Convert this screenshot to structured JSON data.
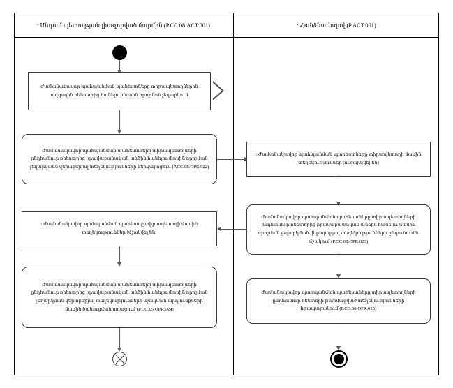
{
  "diagram": {
    "type": "uml-activity-diagram",
    "lanes": [
      {
        "id": "lane-left",
        "title": ": Անդամ պետության լիազորված մարմին  (P.CC.08.ACT.001)"
      },
      {
        "id": "lane-right",
        "title": ": Հանձնաժողով (P.ACT.001)"
      }
    ],
    "nodes": {
      "initial": {
        "kind": "initial-node",
        "lane": "lane-left"
      },
      "note": {
        "kind": "note",
        "lane": "lane-left",
        "text": "Ժամանակավոր պահպանման պահեստները տիրապետողներին ազգային ռեեստրից հանելու մասին որոշման չեղարկում"
      },
      "left_action_1": {
        "kind": "action",
        "lane": "lane-left",
        "text": "Ժամանակավոր պահպանման պահեստները տիրապետողների ընդհանուր ռեեստրից իրավաբանական անձին հանելու մասին որոշման չեղարկման վերաբերյալ տեղեկությունների ներկայացում (P.CC.08.OPR.022)"
      },
      "left_object_1": {
        "kind": "object",
        "lane": "lane-left",
        "text": ": Ժամանակավոր պահպանման պահեստը տիրապետողի մասին տեղեկություններ [մշակվել են]"
      },
      "left_action_2": {
        "kind": "action",
        "lane": "lane-left",
        "text": "Ժամանակավոր պահպանման պահեստները տիրապետողների ընդհանուր ռեեստրից իրավաբանական անձին հանելու մասին որոշման չեղարկման վերաբերյալ տեղեկությունների մշակման արդյունքների մասին ծանուցման ստացում (P.CC.05.OPR.024)"
      },
      "left_flow_final": {
        "kind": "flow-final-node",
        "lane": "lane-left"
      },
      "right_object_1": {
        "kind": "object",
        "lane": "lane-right",
        "text": ": Ժամանակավոր պահպանման պահեստները տիրապետողի մասին տեղեկություններ [ուղարկվել են]"
      },
      "right_action_1": {
        "kind": "action",
        "lane": "lane-right",
        "text": "Ժամանակավոր պահպանման պահեստները տիրապետողների ընդհանուր ռեեստրից իրավաբանական անձին հանելու մասին որոշման չեղարկման վերաբերյալ տեղեկությունների ընդունում և մշակում (P.CC.08.OPR.023)"
      },
      "right_action_2": {
        "kind": "action",
        "lane": "lane-right",
        "text": "Ժամանակավոր պահպանման պահեստները տիրապետողների ընդհանուր ռեեստրի թարմացված տեղեկությունների հրապարակում (P.CC.08.OPR.025)"
      },
      "right_activity_final": {
        "kind": "activity-final-node",
        "lane": "lane-right"
      }
    },
    "colors": {
      "stroke": "#3a3a3a",
      "connector": "#555555",
      "fill": "#ffffff",
      "node_fill_dark": "#000000"
    }
  }
}
